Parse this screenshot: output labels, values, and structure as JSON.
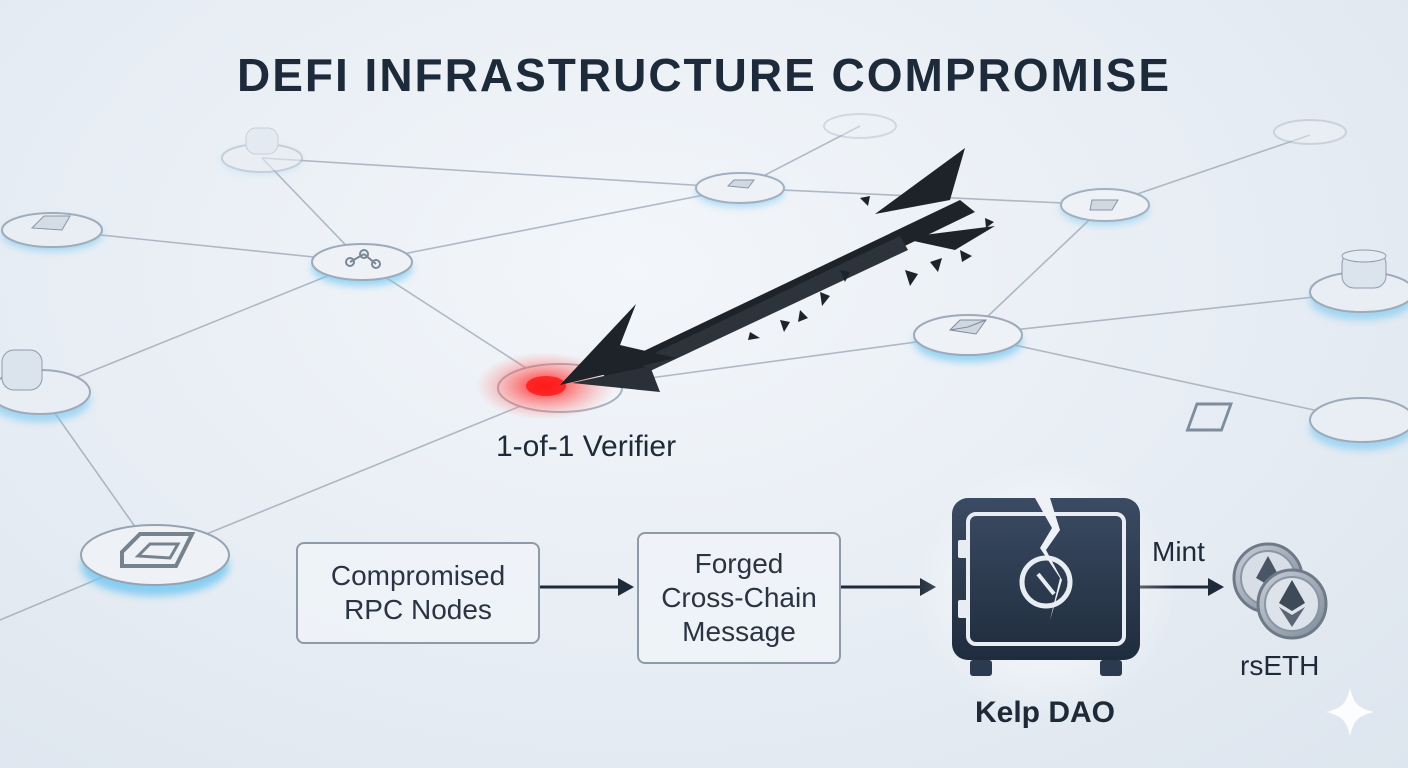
{
  "title": "DEFI INFRASTRUCTURE COMPROMISE",
  "verifier_label": "1-of-1 Verifier",
  "flow": {
    "step1": "Compromised\nRPC Nodes",
    "step2": "Forged\nCross-Chain\nMessage",
    "vault_label": "Kelp DAO",
    "mint_label": "Mint",
    "token_label": "rsETH"
  },
  "colors": {
    "title": "#1d2a3a",
    "accent_red": "#ff2a2a",
    "node_glow": "#6fc6f2",
    "vault_dark": "#2b3a4f",
    "arrow_dark": "#1e2329"
  }
}
